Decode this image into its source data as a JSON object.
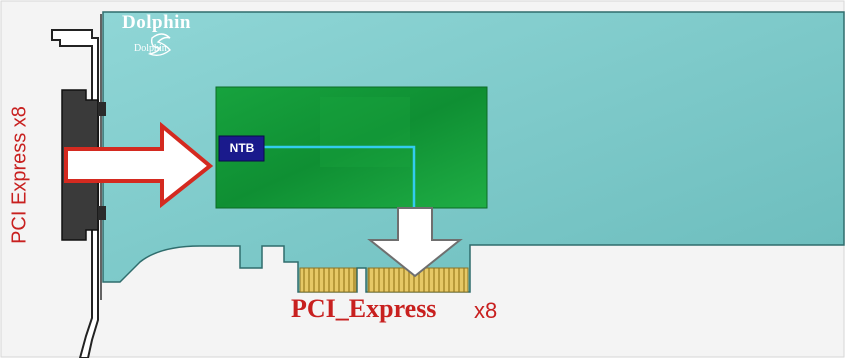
{
  "labels": {
    "bracket_label": "PCI Express x8",
    "bus_label": "PCI_Express",
    "bus_width": "x8",
    "brand": "Dolphin",
    "brand_logo_text": "Dolphin",
    "chip": "NTB"
  },
  "colors": {
    "pcb": "#74c6c6",
    "daughter_board": "#1f9a3a",
    "chip": "#1a1a8c",
    "trace": "#33ccee",
    "label_red": "#c8201f",
    "contacts": "#e2c56a"
  },
  "icons": {
    "left_arrow": "arrow-right-icon",
    "down_arrow": "arrow-down-icon",
    "logo": "dolphin-logo-icon"
  }
}
